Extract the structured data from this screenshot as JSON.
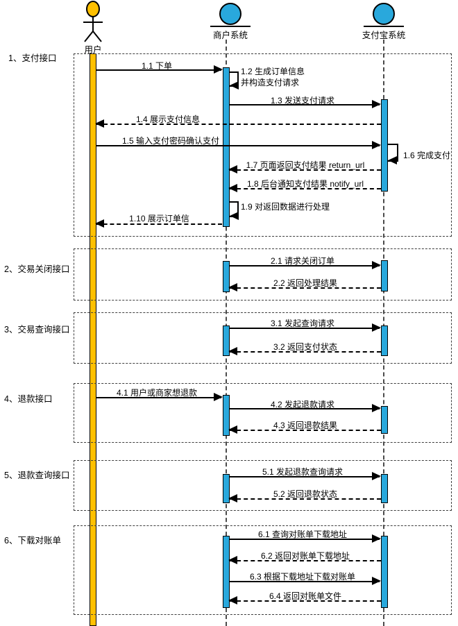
{
  "actors": [
    {
      "id": "user",
      "label": "用户",
      "shape": "person"
    },
    {
      "id": "merchant",
      "label": "商户系统",
      "shape": "circle"
    },
    {
      "id": "alipay",
      "label": "支付宝系统",
      "shape": "circle"
    }
  ],
  "colors": {
    "system_fill": "#29A8DC",
    "user_fill": "#FFC000",
    "line": "#000000"
  },
  "sections": [
    {
      "label": "1、支付接口",
      "messages": [
        {
          "label": "1.1 下单",
          "from": "用户",
          "to": "商户系统",
          "type": "solid"
        },
        {
          "label": "1.2 生成订单信息",
          "label2": "并构造支付请求",
          "from": "商户系统",
          "to": "商户系统",
          "type": "self"
        },
        {
          "label": "1.3 发送支付请求",
          "from": "商户系统",
          "to": "支付宝系统",
          "type": "solid"
        },
        {
          "label": "1.4 展示支付信息",
          "from": "支付宝系统",
          "to": "用户",
          "type": "dashed"
        },
        {
          "label": "1.5 输入支付密码确认支付",
          "from": "用户",
          "to": "支付宝系统",
          "type": "solid"
        },
        {
          "label": "1.6 完成支付",
          "from": "支付宝系统",
          "to": "支付宝系统",
          "type": "self"
        },
        {
          "label": "1.7 页面返回支付结果 return_url",
          "from": "支付宝系统",
          "to": "商户系统",
          "type": "dashed"
        },
        {
          "label": "1.8 后台通知支付结果 notify_url",
          "from": "支付宝系统",
          "to": "商户系统",
          "type": "dashed"
        },
        {
          "label": "1.9 对返回数据进行处理",
          "from": "商户系统",
          "to": "商户系统",
          "type": "self"
        },
        {
          "label": "1.10 展示订单信",
          "from": "商户系统",
          "to": "用户",
          "type": "dashed"
        }
      ]
    },
    {
      "label": "2、交易关闭接口",
      "messages": [
        {
          "label": "2.1 请求关闭订单",
          "from": "商户系统",
          "to": "支付宝系统",
          "type": "solid"
        },
        {
          "label": "2.2 返回处理结果",
          "from": "支付宝系统",
          "to": "商户系统",
          "type": "dashed"
        }
      ]
    },
    {
      "label": "3、交易查询接口",
      "messages": [
        {
          "label": "3.1 发起查询请求",
          "from": "商户系统",
          "to": "支付宝系统",
          "type": "solid"
        },
        {
          "label": "3.2 返回支付状态",
          "from": "支付宝系统",
          "to": "商户系统",
          "type": "dashed"
        }
      ]
    },
    {
      "label": "4、退款接口",
      "messages": [
        {
          "label": "4.1 用户或商家想退款",
          "from": "用户",
          "to": "商户系统",
          "type": "solid"
        },
        {
          "label": "4.2 发起退款请求",
          "from": "商户系统",
          "to": "支付宝系统",
          "type": "solid"
        },
        {
          "label": "4.3 返回退款结果",
          "from": "支付宝系统",
          "to": "商户系统",
          "type": "dashed"
        }
      ]
    },
    {
      "label": "5、退款查询接口",
      "messages": [
        {
          "label": "5.1 发起退款查询请求",
          "from": "商户系统",
          "to": "支付宝系统",
          "type": "solid"
        },
        {
          "label": "5.2 返回退款状态",
          "from": "支付宝系统",
          "to": "商户系统",
          "type": "dashed"
        }
      ]
    },
    {
      "label": "6、下载对账单",
      "messages": [
        {
          "label": "6.1 查询对账单下载地址",
          "from": "商户系统",
          "to": "支付宝系统",
          "type": "solid"
        },
        {
          "label": "6.2 返回对账单下载地址",
          "from": "支付宝系统",
          "to": "商户系统",
          "type": "dashed"
        },
        {
          "label": "6.3 根据下载地址下载对账单",
          "from": "商户系统",
          "to": "支付宝系统",
          "type": "solid"
        },
        {
          "label": "6.4 返回对账单文件",
          "from": "支付宝系统",
          "to": "商户系统",
          "type": "dashed"
        }
      ]
    }
  ]
}
